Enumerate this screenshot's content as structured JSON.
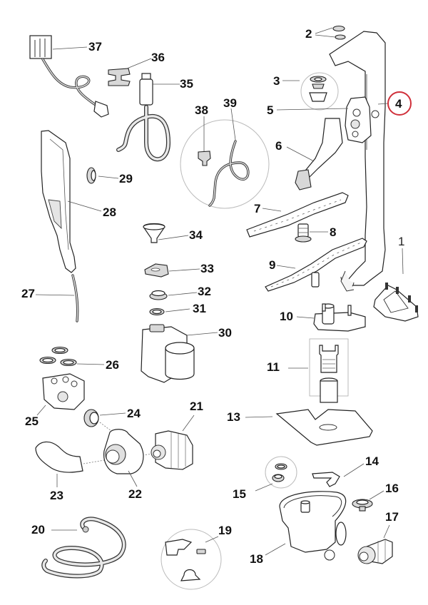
{
  "diagram": {
    "type": "exploded-parts-diagram",
    "subject": "dishwasher spray arms, water supply and sump assembly",
    "highlight": {
      "part": "4",
      "color": "#d0303a"
    },
    "labels": {
      "p1": "1",
      "p2": "2",
      "p3": "3",
      "p4": "4",
      "p5": "5",
      "p6": "6",
      "p7": "7",
      "p8": "8",
      "p9": "9",
      "p10": "10",
      "p11": "11",
      "p13": "13",
      "p14": "14",
      "p15": "15",
      "p16": "16",
      "p17": "17",
      "p18": "18",
      "p19": "19",
      "p20": "20",
      "p21": "21",
      "p22": "22",
      "p23": "23",
      "p24": "24",
      "p25": "25",
      "p26": "26",
      "p27": "27",
      "p28": "28",
      "p29": "29",
      "p30": "30",
      "p31": "31",
      "p32": "32",
      "p33": "33",
      "p34": "34",
      "p35": "35",
      "p36": "36",
      "p37": "37",
      "p38": "38",
      "p39": "39"
    }
  }
}
